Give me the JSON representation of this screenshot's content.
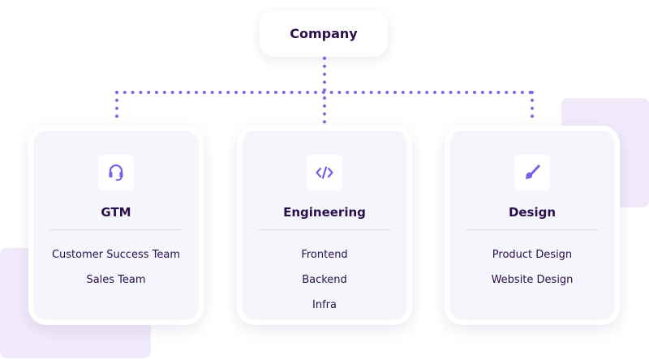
{
  "root": {
    "label": "Company"
  },
  "colors": {
    "accent": "#7b5ce6",
    "text": "#2a0f4a",
    "card_bg": "#f5f6fc",
    "deco": "#f0eafa"
  },
  "departments": [
    {
      "title": "GTM",
      "icon": "headset-icon",
      "items": [
        "Customer Success Team",
        "Sales Team"
      ]
    },
    {
      "title": "Engineering",
      "icon": "code-icon",
      "items": [
        "Frontend",
        "Backend",
        "Infra"
      ]
    },
    {
      "title": "Design",
      "icon": "paintbrush-icon",
      "items": [
        "Product Design",
        "Website Design"
      ]
    }
  ]
}
